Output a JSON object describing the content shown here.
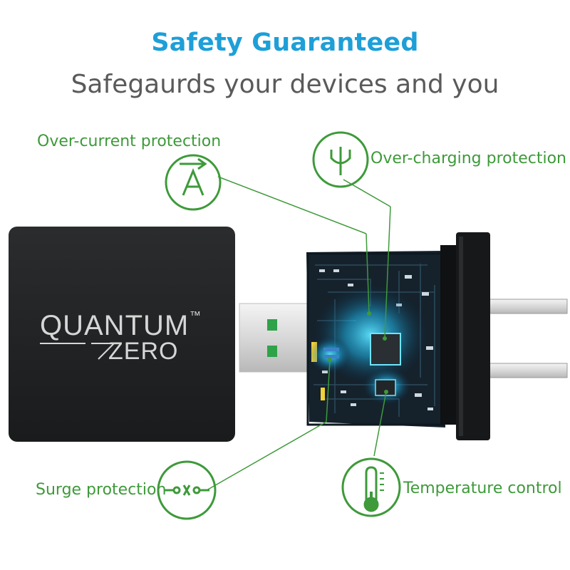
{
  "header": {
    "title": "Safety Guaranteed",
    "subtitle": "Safegaurds your devices and you"
  },
  "features": [
    {
      "label": "Over-current protection",
      "icon": "ammeter-icon"
    },
    {
      "label": "Over-charging protection",
      "icon": "battery-plug-icon"
    },
    {
      "label": "Surge protection",
      "icon": "switch-icon"
    },
    {
      "label": "Temperature control",
      "icon": "thermometer-icon"
    }
  ],
  "product": {
    "brand_line1": "QUANTUM",
    "brand_tm": "™",
    "brand_line2": "ZERO"
  },
  "colors": {
    "title": "#1e9fd8",
    "subtitle": "#5a5a5a",
    "accent": "#3e9a3a",
    "glow": "#27c5f5",
    "body": "#222426"
  }
}
